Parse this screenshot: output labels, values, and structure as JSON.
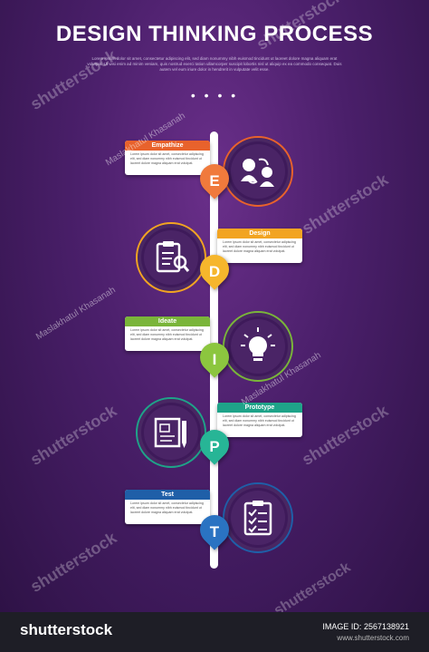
{
  "title": "DESIGN THINKING PROCESS",
  "description": "Lorem ipsum dolor sit amet, consectetur adipiscing elit, sed diam nonummy nibh euismod tincidunt ut laoreet dolore magna aliquam erat volutpat. Ut wisi enim ad minim veniam, quis nostrud exerci tation ullamcorper suscipit lobortis nisl ut aliquip ex ea commodo consequat. Duis autem vel eum iriure dolor in hendrerit in vulputate velit esse.",
  "dots": "• • • •",
  "steps": [
    {
      "letter": "E",
      "title": "Empathize",
      "color": "#e8622c",
      "pin_color": "#f07a3c",
      "ring_color": "#e8622c",
      "text": "Lorem ipsum dolor sit amet, consectetur adipiscing elit, sed diam nonummy nibh euismod tincidunt ut laoreet dolore magna aliquam erat volutpat.",
      "icon": "empathy-icon"
    },
    {
      "letter": "D",
      "title": "Design",
      "color": "#f2a422",
      "pin_color": "#f6b62c",
      "ring_color": "#f2a422",
      "text": "Lorem ipsum dolor sit amet, consectetur adipiscing elit, sed diam nonummy nibh euismod tincidunt ut laoreet dolore magna aliquam erat volutpat.",
      "icon": "clipboard-search-icon"
    },
    {
      "letter": "I",
      "title": "Ideate",
      "color": "#7ab53a",
      "pin_color": "#8cc63f",
      "ring_color": "#7ab53a",
      "text": "Lorem ipsum dolor sit amet, consectetur adipiscing elit, sed diam nonummy nibh euismod tincidunt ut laoreet dolore magna aliquam erat volutpat.",
      "icon": "lightbulb-icon"
    },
    {
      "letter": "P",
      "title": "Prototype",
      "color": "#1fa389",
      "pin_color": "#27b596",
      "ring_color": "#1fa389",
      "text": "Lorem ipsum dolor sit amet, consectetur adipiscing elit, sed diam nonummy nibh euismod tincidunt ut laoreet dolore magna aliquam erat volutpat.",
      "icon": "blueprint-icon"
    },
    {
      "letter": "T",
      "title": "Test",
      "color": "#1f5fa8",
      "pin_color": "#2a73c2",
      "ring_color": "#1f5fa8",
      "text": "Lorem ipsum dolor sit amet, consectetur adipiscing elit, sed diam nonummy nibh euismod tincidunt ut laoreet dolore magna aliquam erat volutpat.",
      "icon": "checklist-icon"
    }
  ],
  "watermarks": {
    "brand": "shutterstock",
    "author": "Maslakhatul Khasanah"
  },
  "footer": {
    "logo": "shutterstock",
    "image_id_label": "IMAGE ID:",
    "image_id": "2567138921",
    "site": "www.shutterstock.com"
  }
}
